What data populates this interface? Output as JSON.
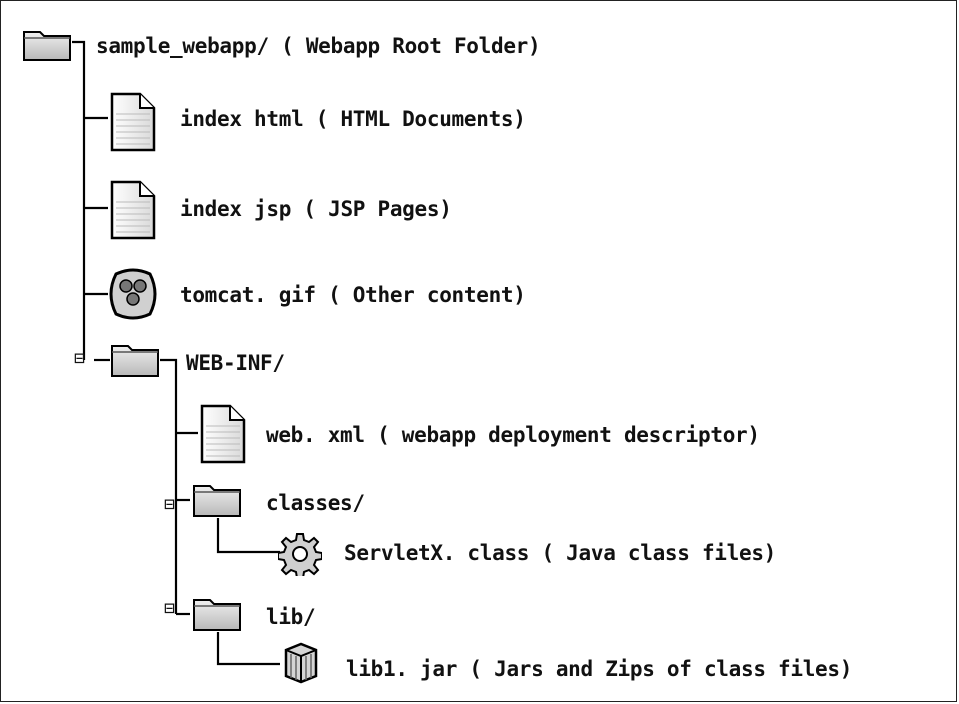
{
  "tree": {
    "root": {
      "label": "sample_webapp/ ( Webapp Root Folder)",
      "icon": "folder-icon"
    },
    "index_html": {
      "label": "index html ( HTML Documents)",
      "icon": "document-icon"
    },
    "index_jsp": {
      "label": "index jsp ( JSP Pages)",
      "icon": "document-icon"
    },
    "tomcat_gif": {
      "label": "tomcat. gif ( Other content)",
      "icon": "image-file-icon"
    },
    "web_inf": {
      "label": "WEB-INF/",
      "icon": "folder-icon",
      "expander": "⊟"
    },
    "web_xml": {
      "label": "web. xml ( webapp deployment descriptor)",
      "icon": "document-icon"
    },
    "classes": {
      "label": "classes/",
      "icon": "folder-icon",
      "expander": "⊟"
    },
    "servletx": {
      "label": "ServletX. class ( Java class files)",
      "icon": "gear-icon"
    },
    "lib": {
      "label": "lib/",
      "icon": "folder-icon",
      "expander": "⊟"
    },
    "lib1_jar": {
      "label": "lib1. jar ( Jars and Zips of class files)",
      "icon": "jar-icon"
    }
  },
  "colors": {
    "line": "#000000",
    "folder_fill": "#d8d8d8",
    "doc_fill": "#f2f2f2",
    "text": "#111111"
  }
}
